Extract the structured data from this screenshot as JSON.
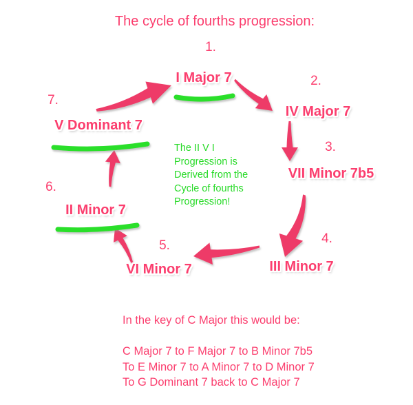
{
  "title": "The cycle of fourths progression:",
  "colors": {
    "text_pink": "#FB3E6E",
    "arrow_pink": "#EE3A67",
    "marker_green": "#2BDF2B",
    "note_green": "#27DA27"
  },
  "cycle": {
    "steps": [
      {
        "num": "1.",
        "label": "I Major 7",
        "underlined": true
      },
      {
        "num": "2.",
        "label": "IV Major 7",
        "underlined": false
      },
      {
        "num": "3.",
        "label": "VII Minor 7b5",
        "underlined": false
      },
      {
        "num": "4.",
        "label": "III Minor 7",
        "underlined": false
      },
      {
        "num": "5.",
        "label": "VI Minor 7",
        "underlined": false
      },
      {
        "num": "6.",
        "label": "II Minor 7",
        "underlined": true
      },
      {
        "num": "7.",
        "label": "V Dominant 7",
        "underlined": true
      }
    ]
  },
  "center_note": {
    "lines": [
      "The II V I",
      "Progression is",
      "Derived from the",
      "Cycle of fourths",
      "Progression!"
    ]
  },
  "key_example": {
    "heading": "In the key of C Major this would be:",
    "lines": [
      "C Major 7 to F Major 7 to B Minor 7b5",
      "To E Minor 7 to A Minor 7 to D Minor 7",
      "To G Dominant 7 back to C Major 7"
    ]
  },
  "icons": {
    "arrows": [
      "arrow-v-to-i",
      "arrow-i-to-iv",
      "arrow-iv-to-vii",
      "arrow-vii-to-iii",
      "arrow-iii-to-vi",
      "arrow-vi-to-ii",
      "arrow-ii-to-v"
    ],
    "marker_underlines": [
      "i-major-7",
      "v-dominant-7",
      "ii-minor-7"
    ]
  }
}
